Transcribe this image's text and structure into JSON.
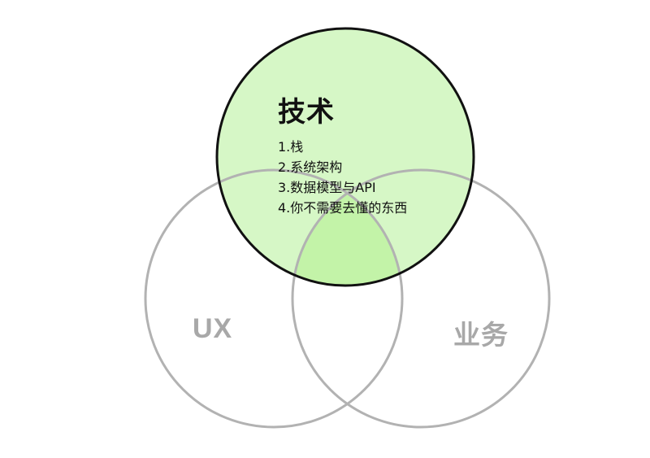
{
  "diagram": {
    "circles": [
      {
        "id": "ux",
        "label": "UX"
      },
      {
        "id": "business",
        "label": "业务"
      },
      {
        "id": "tech",
        "title": "技术",
        "items": [
          "1.栈",
          "2.系统架构",
          "3.数据模型与API",
          "4.你不需要去懂的东西"
        ]
      }
    ],
    "colors": {
      "tech_fill": "#d6f7c6",
      "overlap_fill": "#c3f3a8",
      "tech_stroke": "#111111",
      "muted_stroke": "#b2b2b2",
      "muted_text": "#a8a8a8",
      "text": "#111111",
      "background": "#ffffff"
    }
  }
}
